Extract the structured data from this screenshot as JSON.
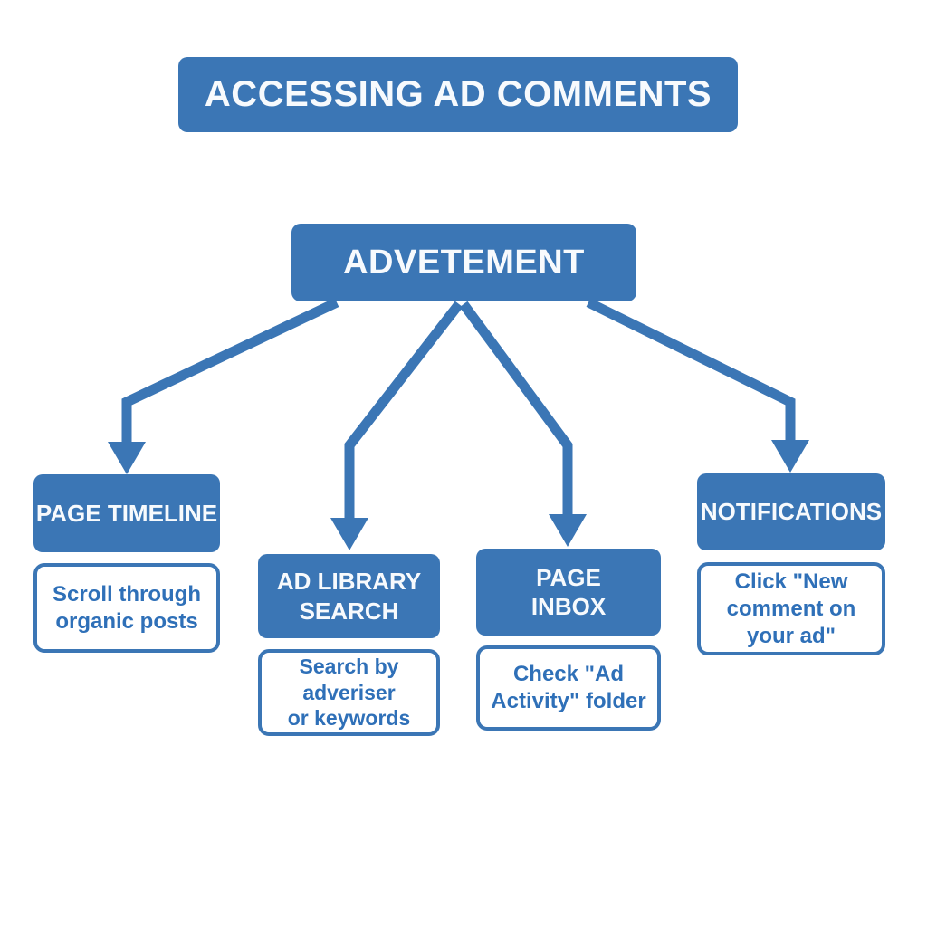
{
  "title": "ACCESSING AD COMMENTS",
  "root": "ADVETEMENT",
  "colors": {
    "primary_blue": "#3b76b5",
    "box_text": "#f7fafd",
    "detail_text": "#2f70b8",
    "background": "#ffffff"
  },
  "branches": [
    {
      "header": "PAGE TIMELINE",
      "detail": "Scroll through\norganic posts"
    },
    {
      "header": "AD LIBRARY\nSEARCH",
      "detail": "Search by adveriser\nor keywords"
    },
    {
      "header": "PAGE\nINBOX",
      "detail": "Check \"Ad\nActivity\" folder"
    },
    {
      "header": "NOTIFICATIONS",
      "detail": "Click \"New\ncomment on\nyour ad\""
    }
  ]
}
